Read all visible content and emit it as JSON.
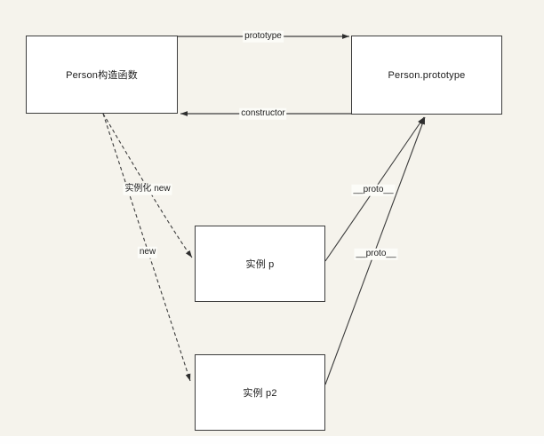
{
  "diagram": {
    "description": "JavaScript prototype chain diagram",
    "colors": {
      "background": "#f5f3ec",
      "box_fill": "#ffffff",
      "box_border": "#3c3c3c",
      "line": "#3c3c3c",
      "text": "#1b1b1b",
      "label_background": "#fcfcf8",
      "bottom_strip": "#fefefe"
    },
    "nodes": {
      "constructor": {
        "label": "Person构造函数"
      },
      "prototype": {
        "label": "Person.prototype"
      },
      "instance_p": {
        "label": "实例 p"
      },
      "instance_p2": {
        "label": "实例 p2"
      }
    },
    "edges": {
      "prototype_edge": {
        "label": "prototype",
        "from": "constructor",
        "to": "prototype",
        "style": "solid"
      },
      "constructor_edge": {
        "label": "constructor",
        "from": "prototype",
        "to": "constructor",
        "style": "solid"
      },
      "new_p_edge": {
        "label": "实例化 new",
        "from": "constructor",
        "to": "instance_p",
        "style": "dashed"
      },
      "new_p2_edge": {
        "label": "new",
        "from": "constructor",
        "to": "instance_p2",
        "style": "dashed"
      },
      "proto_p_edge": {
        "label": "__proto__",
        "from": "instance_p",
        "to": "prototype",
        "style": "solid"
      },
      "proto_p2_edge": {
        "label": "__proto__",
        "from": "instance_p2",
        "to": "prototype",
        "style": "solid"
      }
    }
  }
}
